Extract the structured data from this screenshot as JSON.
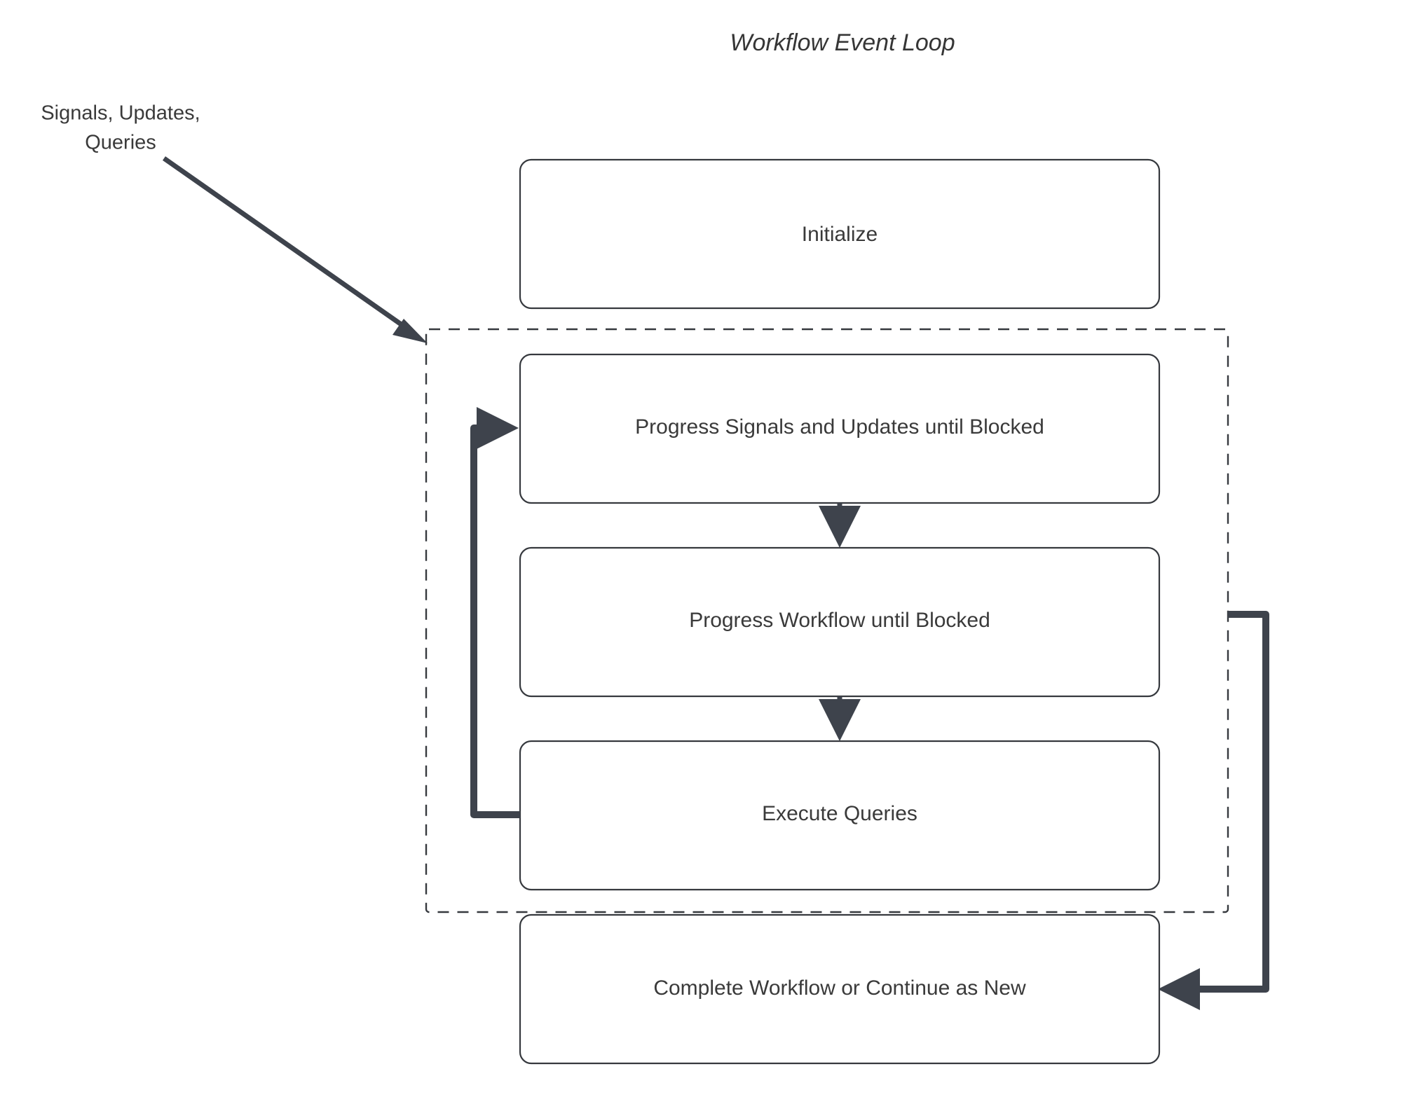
{
  "title": "Workflow Event Loop",
  "external_input": {
    "label_line1": "Signals, Updates,",
    "label_line2": "Queries",
    "arrow_name": "external-input-arrow"
  },
  "nodes": [
    {
      "id": "initialize",
      "label": "Initialize"
    },
    {
      "id": "progress-signals-updates",
      "label": "Progress Signals and Updates until Blocked"
    },
    {
      "id": "progress-workflow",
      "label": "Progress Workflow until Blocked"
    },
    {
      "id": "execute-queries",
      "label": "Execute Queries"
    },
    {
      "id": "complete-or-continue",
      "label": "Complete Workflow or Continue as New"
    }
  ],
  "group": {
    "id": "event-loop-group",
    "style": "dashed"
  },
  "edges": [
    {
      "from": "progress-signals-updates",
      "to": "progress-workflow",
      "kind": "down-arrow"
    },
    {
      "from": "progress-workflow",
      "to": "execute-queries",
      "kind": "down-arrow"
    },
    {
      "from": "execute-queries",
      "to": "progress-signals-updates",
      "kind": "loop-left"
    },
    {
      "from": "event-loop-group",
      "to": "complete-or-continue",
      "kind": "loop-right"
    }
  ],
  "colors": {
    "background": "#ffffff",
    "box_stroke": "#36393e",
    "box_fill": "#ffffff",
    "text": "#3a3a3a",
    "arrow": "#3e434c",
    "group_stroke": "#36393e"
  }
}
